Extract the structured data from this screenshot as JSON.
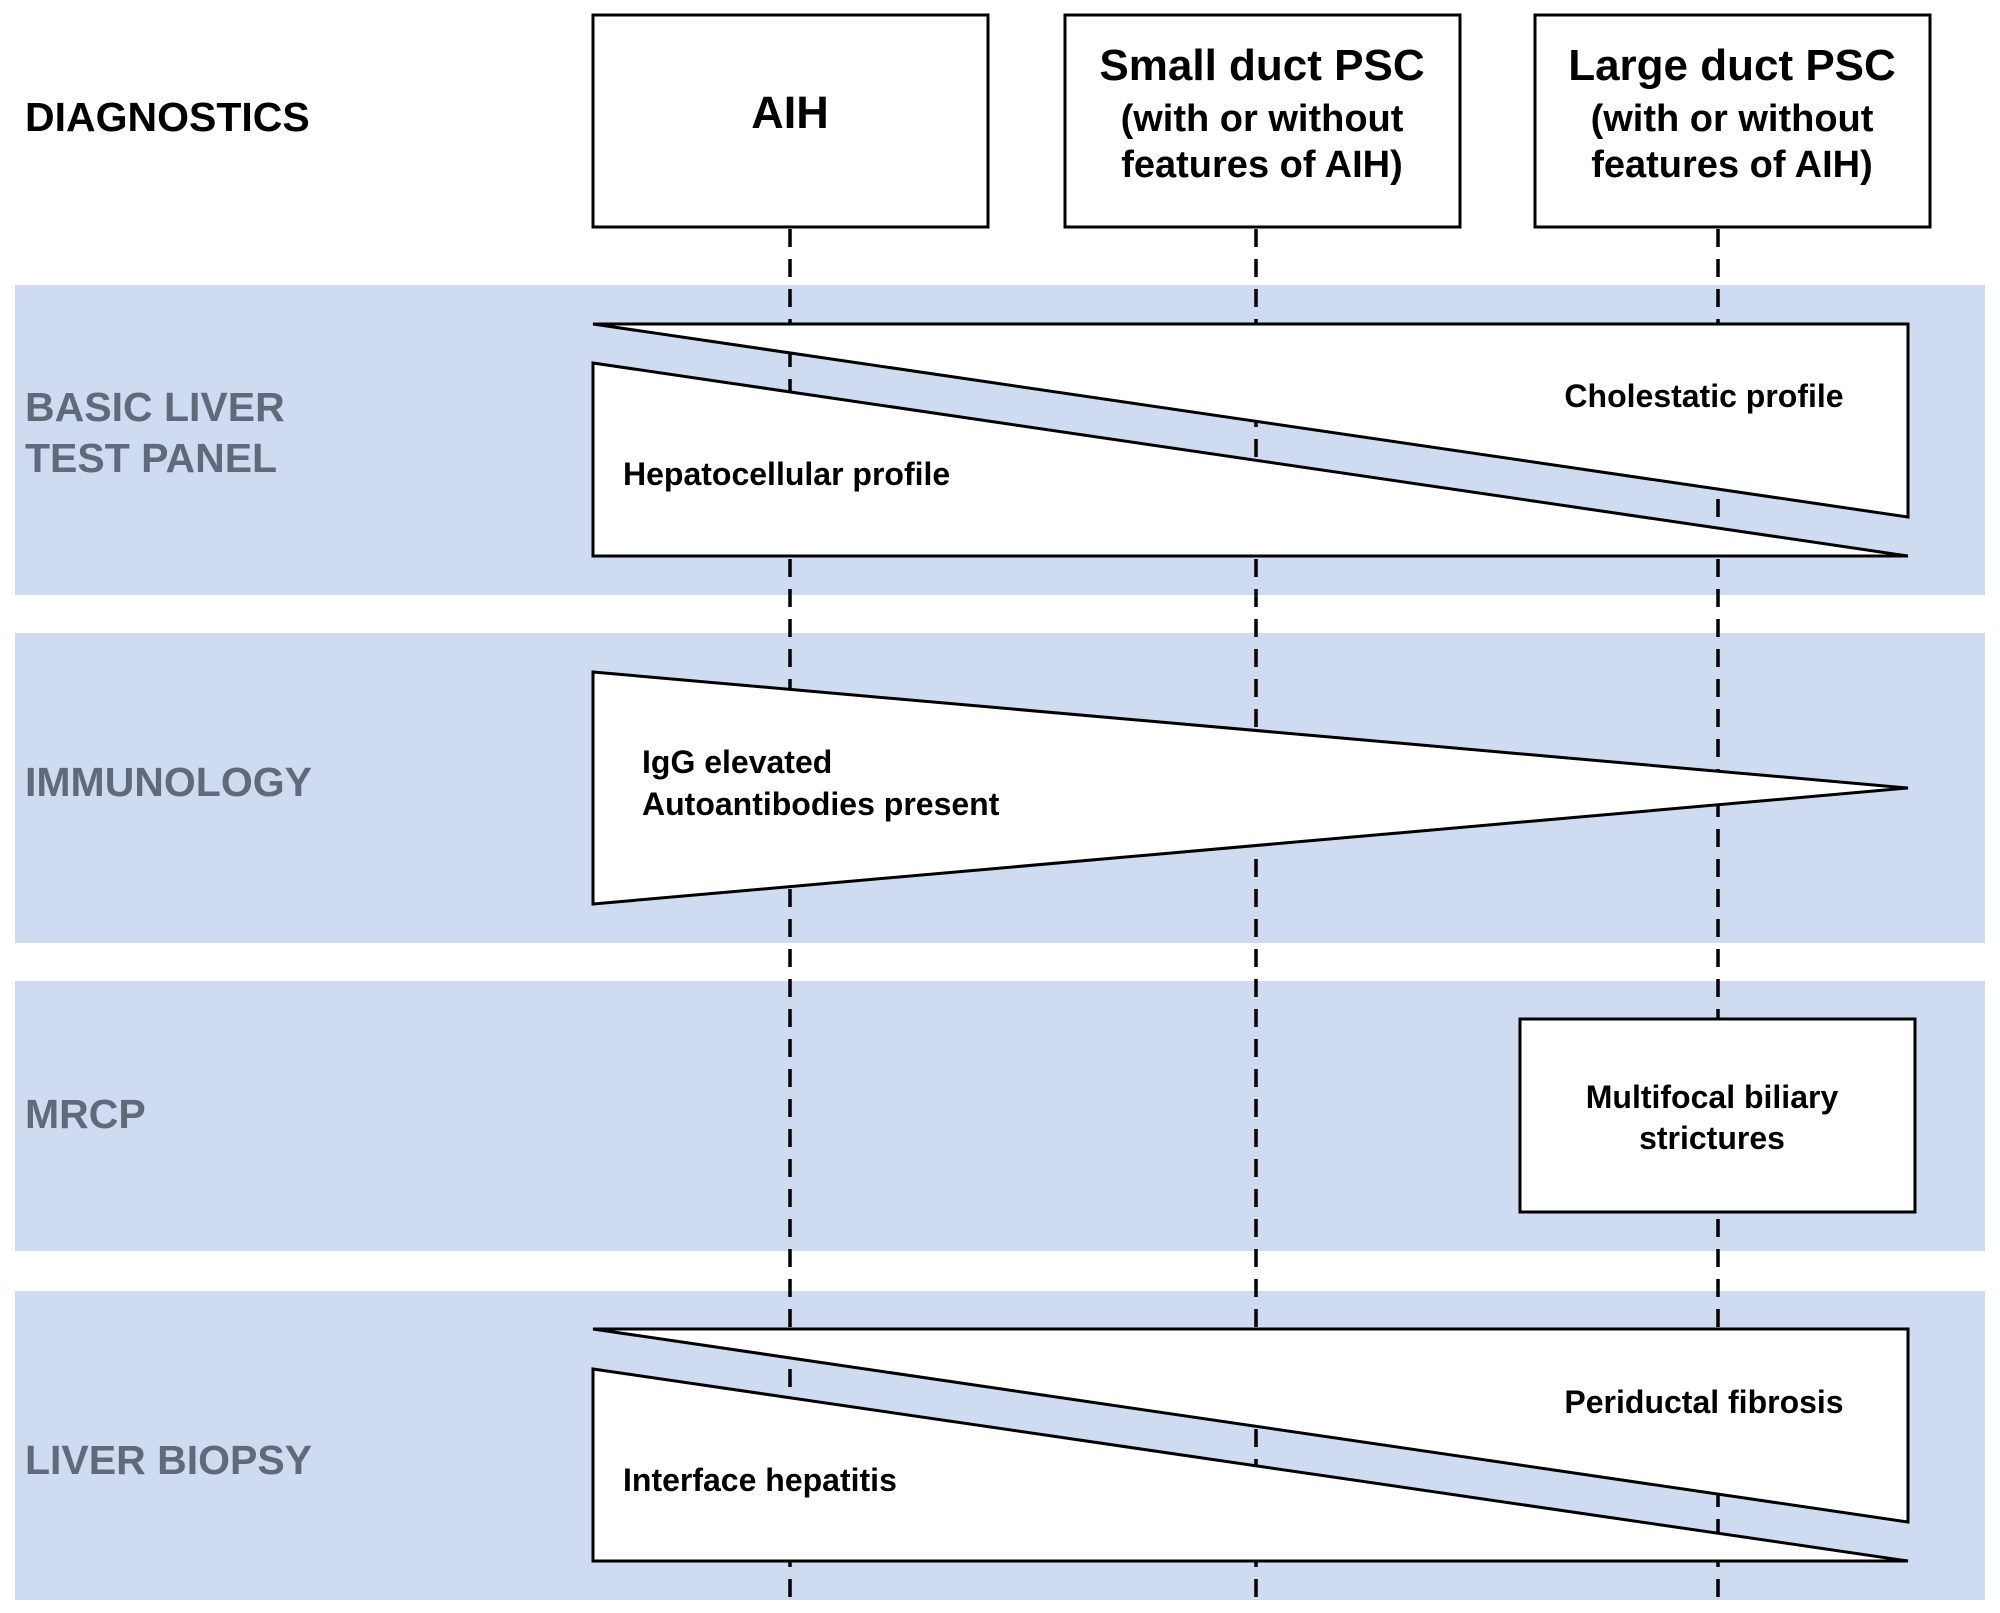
{
  "colors": {
    "band": "#cfdbf0",
    "row_label": "#5f6a7a",
    "heading": "#000000",
    "stroke": "#000000",
    "shape_fill": "#ffffff"
  },
  "heading": "DIAGNOSTICS",
  "columns": [
    {
      "id": "aih",
      "title": "AIH",
      "subtitle_1": "",
      "subtitle_2": ""
    },
    {
      "id": "small-duct-psc",
      "title": "Small duct PSC",
      "subtitle_1": "(with or without",
      "subtitle_2": "features of AIH)"
    },
    {
      "id": "large-duct-psc",
      "title": "Large duct PSC",
      "subtitle_1": "(with or without",
      "subtitle_2": "features of AIH)"
    }
  ],
  "rows": {
    "basic_liver": {
      "label_1": "BASIC LIVER",
      "label_2": "TEST PANEL",
      "upper_text": "Cholestatic profile",
      "lower_text": "Hepatocellular profile"
    },
    "immunology": {
      "label": "IMMUNOLOGY",
      "text_1": "IgG elevated",
      "text_2": "Autoantibodies present"
    },
    "mrcp": {
      "label": "MRCP",
      "text_1": "Multifocal biliary",
      "text_2": "strictures"
    },
    "liver_biopsy": {
      "label": "LIVER BIOPSY",
      "upper_text": "Periductal fibrosis",
      "lower_text": "Interface hepatitis"
    }
  }
}
